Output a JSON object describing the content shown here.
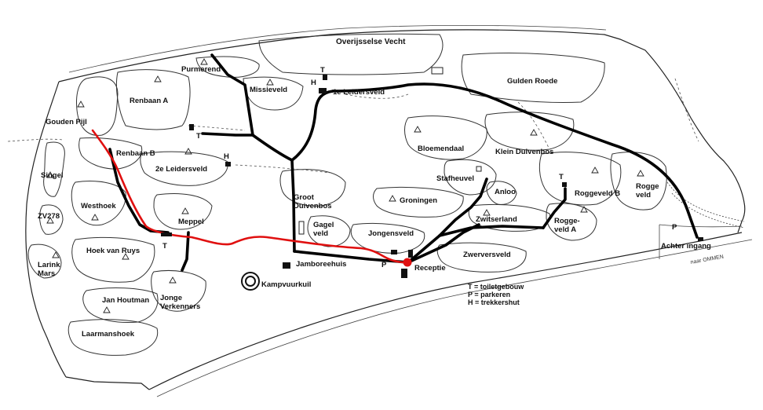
{
  "river": {
    "name": "Overijsselse Vecht"
  },
  "fields": {
    "purmerend": "Purmerend",
    "gulden_roede": "Gulden Roede",
    "renbaan_a": "Renbaan A",
    "missieveld": "Missieveld",
    "eerste_leidersveld": "1e Leidersveld",
    "gouden_pijl": "Gouden Pijl",
    "renbaan_b": "Renbaan B",
    "tweede_leidersveld": "2e Leidersveld",
    "singel": "Singel",
    "zv278": "ZV278",
    "westhoek": "Westhoek",
    "meppel": "Meppel",
    "hoek_van_ruys": "Hoek van Ruys",
    "larink_mars": "Larink\nMars",
    "jan_houtman": "Jan Houtman",
    "jonge_verkenners": "Jonge\nVerkenners",
    "laarmanshoek": "Laarmanshoek",
    "bloemendaal": "Bloemendaal",
    "klein_duivenbos": "Klein Duivenbos",
    "stafheuvel": "Stafheuvel",
    "anloo": "Anloo",
    "groot_duivenbos": "Groot\nDuivenbos",
    "groningen": "Groningen",
    "gagel_veld": "Gagel\nveld",
    "jongensveld": "Jongensveld",
    "zwitserland": "Zwitserland",
    "roggeveld_b": "Roggeveld B",
    "roggeveld": "Rogge\nveld",
    "roggeveld_a": "Rogge-\nveld A",
    "zwerversveld": "Zwerversveld",
    "jamboreehuis": "Jamboreehuis",
    "kampvuurkuil": "Kampvuurkuil",
    "receptie": "Receptie",
    "achter_ingang": "Achter ingang"
  },
  "markers": {
    "toilet": "T",
    "parking": "P",
    "hut": "H"
  },
  "road": {
    "direction": "naar OMMEN"
  },
  "legend": {
    "toilet": "T = toiletgebouw",
    "parking": "P  = parkeren",
    "hut": "H  = trekkershut"
  },
  "colors": {
    "route": "#e01010",
    "paths": "#000000",
    "background": "#ffffff"
  }
}
